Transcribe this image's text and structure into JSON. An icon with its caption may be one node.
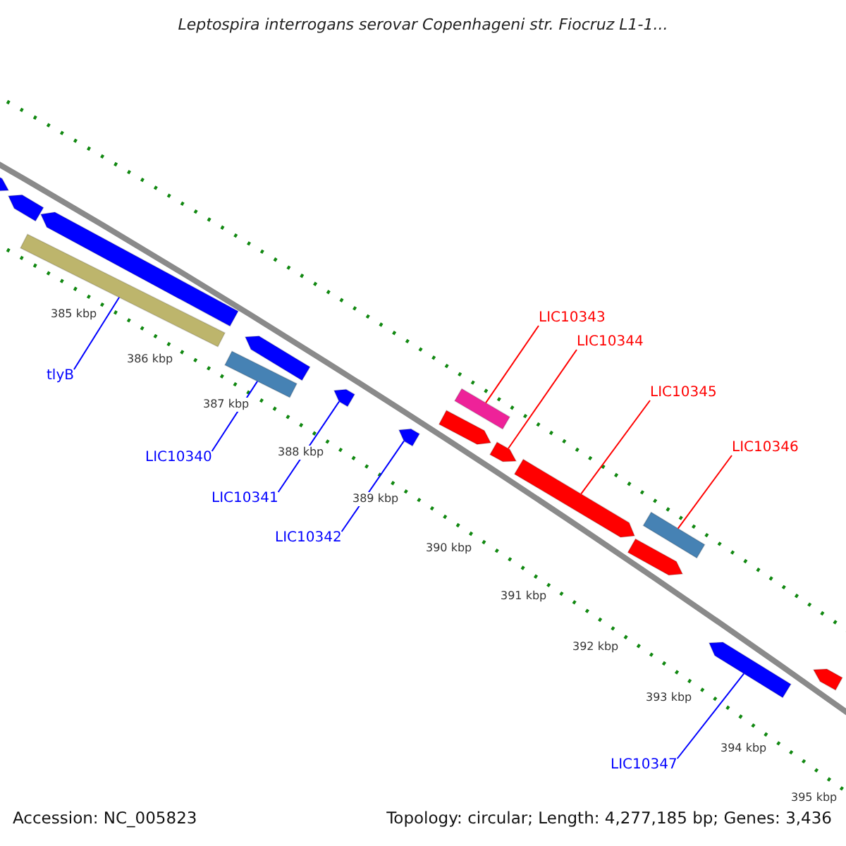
{
  "diagram": {
    "title": "Leptospira interrogans serovar Copenhageni str. Fiocruz L1-1...",
    "nodes": [
      {
        "text": [
          "tlyB"
        ]
      },
      {
        "text": [
          "LIC10340"
        ]
      },
      {
        "text": [
          "LIC10341"
        ]
      },
      {
        "text": [
          "LIC10342"
        ]
      },
      {
        "text": [
          "LIC10343"
        ]
      },
      {
        "text": [
          "LIC10344"
        ]
      },
      {
        "text": [
          "LIC10345"
        ]
      },
      {
        "text": [
          "LIC10346"
        ]
      },
      {
        "text": [
          "LIC10347"
        ]
      },
      {
        "text": [],
        "shape": "pentagon"
      },
      {
        "text": [],
        "shape": "pentagon"
      },
      {
        "text": [],
        "shape": "box"
      },
      {
        "text": [],
        "shape": "pentagon"
      },
      {
        "text": [],
        "shape": "box"
      },
      {
        "text": [],
        "shape": "pentagon"
      },
      {
        "text": [],
        "shape": "pentagon"
      },
      {
        "text": [],
        "shape": "pentagon"
      },
      {
        "text": [],
        "shape": "pentagon"
      },
      {
        "text": [],
        "shape": "box"
      },
      {
        "text": [],
        "shape": "pentagon"
      },
      {
        "text": [],
        "shape": "pentagon"
      },
      {
        "text": [],
        "shape": "pentagon"
      },
      {
        "text": [],
        "shape": "box"
      },
      {
        "text": [],
        "shape": "pentagon"
      },
      {
        "text": [],
        "shape": "pentagon"
      }
    ],
    "edges": [
      {
        "from": 0,
        "to": 11,
        "arrow": "none"
      },
      {
        "from": 1,
        "to": 13,
        "arrow": "none"
      },
      {
        "from": 2,
        "to": 15,
        "arrow": "none"
      },
      {
        "from": 3,
        "to": 16,
        "arrow": "none"
      },
      {
        "from": 4,
        "to": 18,
        "arrow": "none",
        "color": "#ff0000"
      },
      {
        "from": 5,
        "to": 19,
        "arrow": "none",
        "color": "#ff0000"
      },
      {
        "from": 6,
        "to": 20,
        "arrow": "none",
        "color": "#ff0000"
      },
      {
        "from": 7,
        "to": 22,
        "arrow": "none",
        "color": "#ff0000"
      },
      {
        "from": 8,
        "to": 23,
        "arrow": "none"
      }
    ],
    "labels": [
      "385 kbp",
      "386 kbp",
      "387 kbp",
      "388 kbp",
      "389 kbp",
      "390 kbp",
      "391 kbp",
      "392 kbp",
      "393 kbp",
      "394 kbp",
      "395 kbp",
      "Accession: NC_005823",
      "Topology: circular; Length: 4,277,185 bp; Genes: 3,436"
    ]
  }
}
